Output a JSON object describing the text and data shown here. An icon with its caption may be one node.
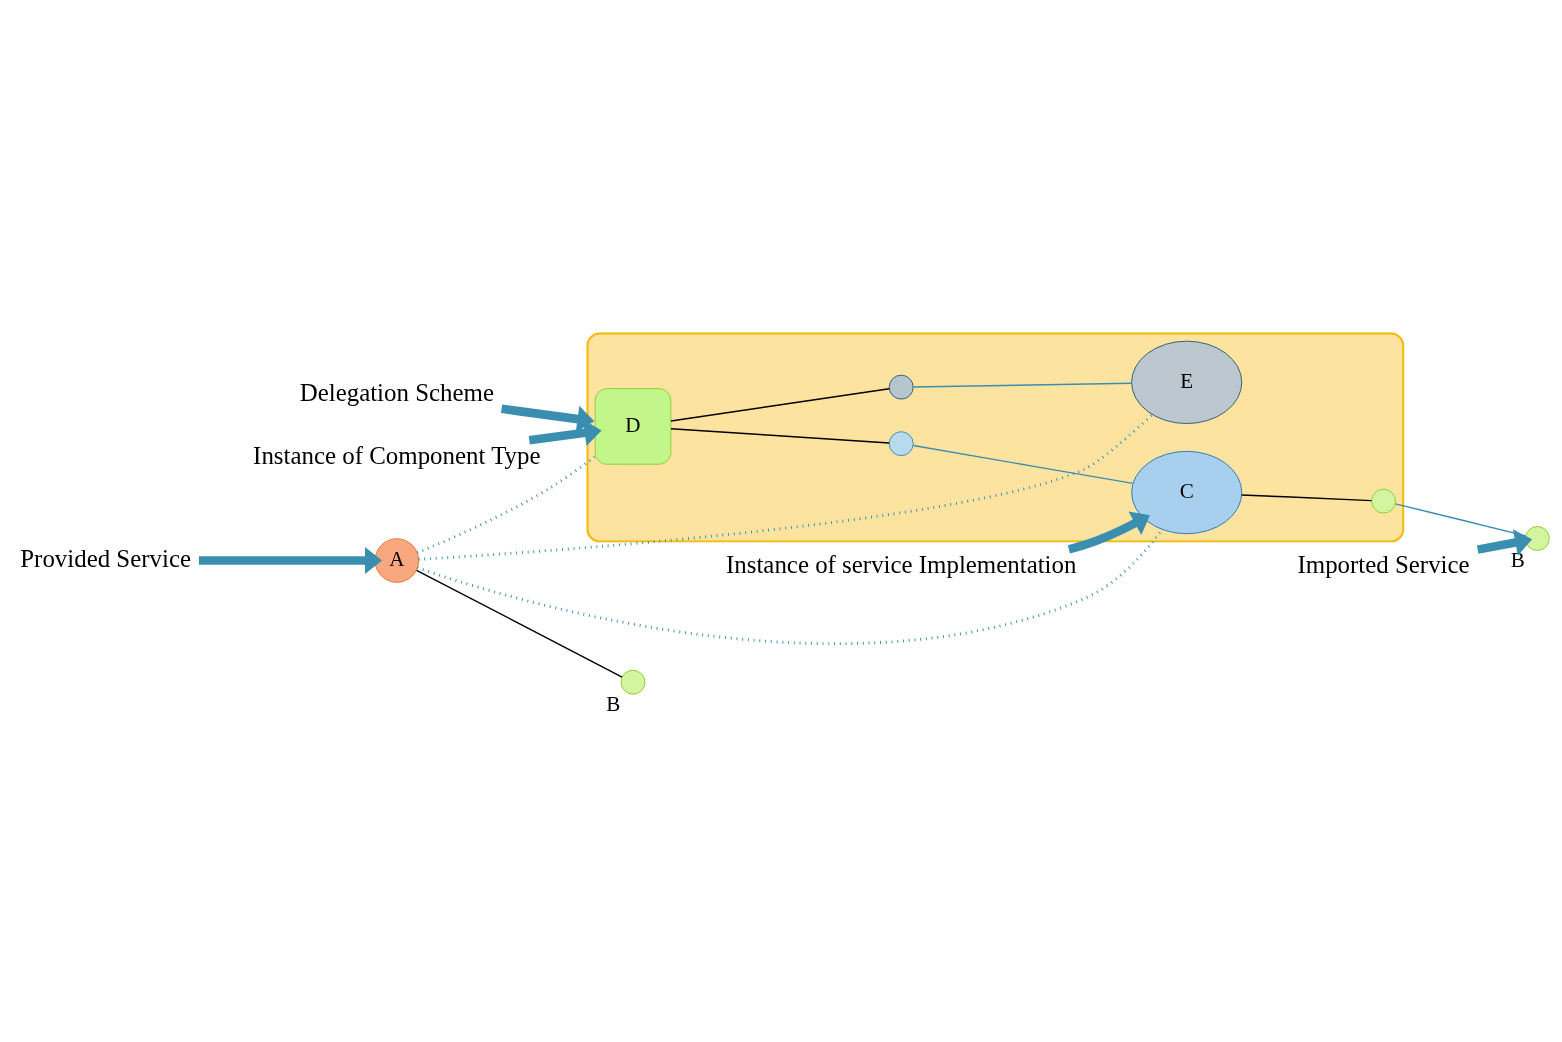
{
  "diagram": {
    "nodes": [
      {
        "text": [
          "Provided Service"
        ]
      },
      {
        "text": [
          "Instance of Component Type"
        ]
      },
      {
        "text": [
          "Instance of service Implementation"
        ]
      },
      {
        "text": [],
        "shape": "box"
      },
      {
        "text": [
          "A"
        ]
      },
      {
        "text": [],
        "shape": "arc",
        "beside": [
          "B"
        ]
      },
      {
        "text": [
          "D"
        ],
        "in": 3
      },
      {
        "text": [],
        "shape": "arc",
        "in": 3
      },
      {
        "text": [],
        "shape": "arc",
        "in": 3
      },
      {
        "text": [
          "C"
        ],
        "in": 3
      },
      {
        "text": [
          "E"
        ],
        "in": 3
      },
      {
        "text": [],
        "shape": "arc",
        "in": 3
      },
      {
        "text": [],
        "shape": "arc",
        "beside": [
          "B"
        ]
      },
      {
        "text": [
          "Delegation Scheme"
        ]
      },
      {
        "text": [
          "Imported Service"
        ]
      }
    ],
    "edges": [
      {
        "from": 0,
        "to": 4,
        "arrow": "to",
        "style": "thick"
      },
      {
        "from": 1,
        "to": 6,
        "arrow": "to",
        "style": "thick"
      },
      {
        "from": 2,
        "to": 9,
        "arrow": "to",
        "style": "thick"
      },
      {
        "from": 13,
        "to": 3,
        "arrow": "to",
        "style": "thick"
      },
      {
        "from": 14,
        "to": 12,
        "arrow": "to",
        "style": "thick"
      },
      {
        "from": 4,
        "to": 5,
        "arrow": "none",
        "color": "#000000"
      },
      {
        "from": 4,
        "to": 9,
        "arrow": "none",
        "style": "dashed"
      },
      {
        "from": 4,
        "to": 6,
        "arrow": "none",
        "style": "dashed"
      },
      {
        "from": 4,
        "to": 10,
        "arrow": "none",
        "style": "dashed"
      },
      {
        "from": 6,
        "to": 7,
        "arrow": "none",
        "color": "#000000"
      },
      {
        "from": 6,
        "to": 8,
        "arrow": "none",
        "color": "#000000"
      },
      {
        "from": 7,
        "to": 9,
        "arrow": "none"
      },
      {
        "from": 8,
        "to": 10,
        "arrow": "none"
      },
      {
        "from": 9,
        "to": 11,
        "arrow": "none",
        "color": "#000000"
      },
      {
        "from": 11,
        "to": 12,
        "arrow": "none"
      }
    ]
  }
}
